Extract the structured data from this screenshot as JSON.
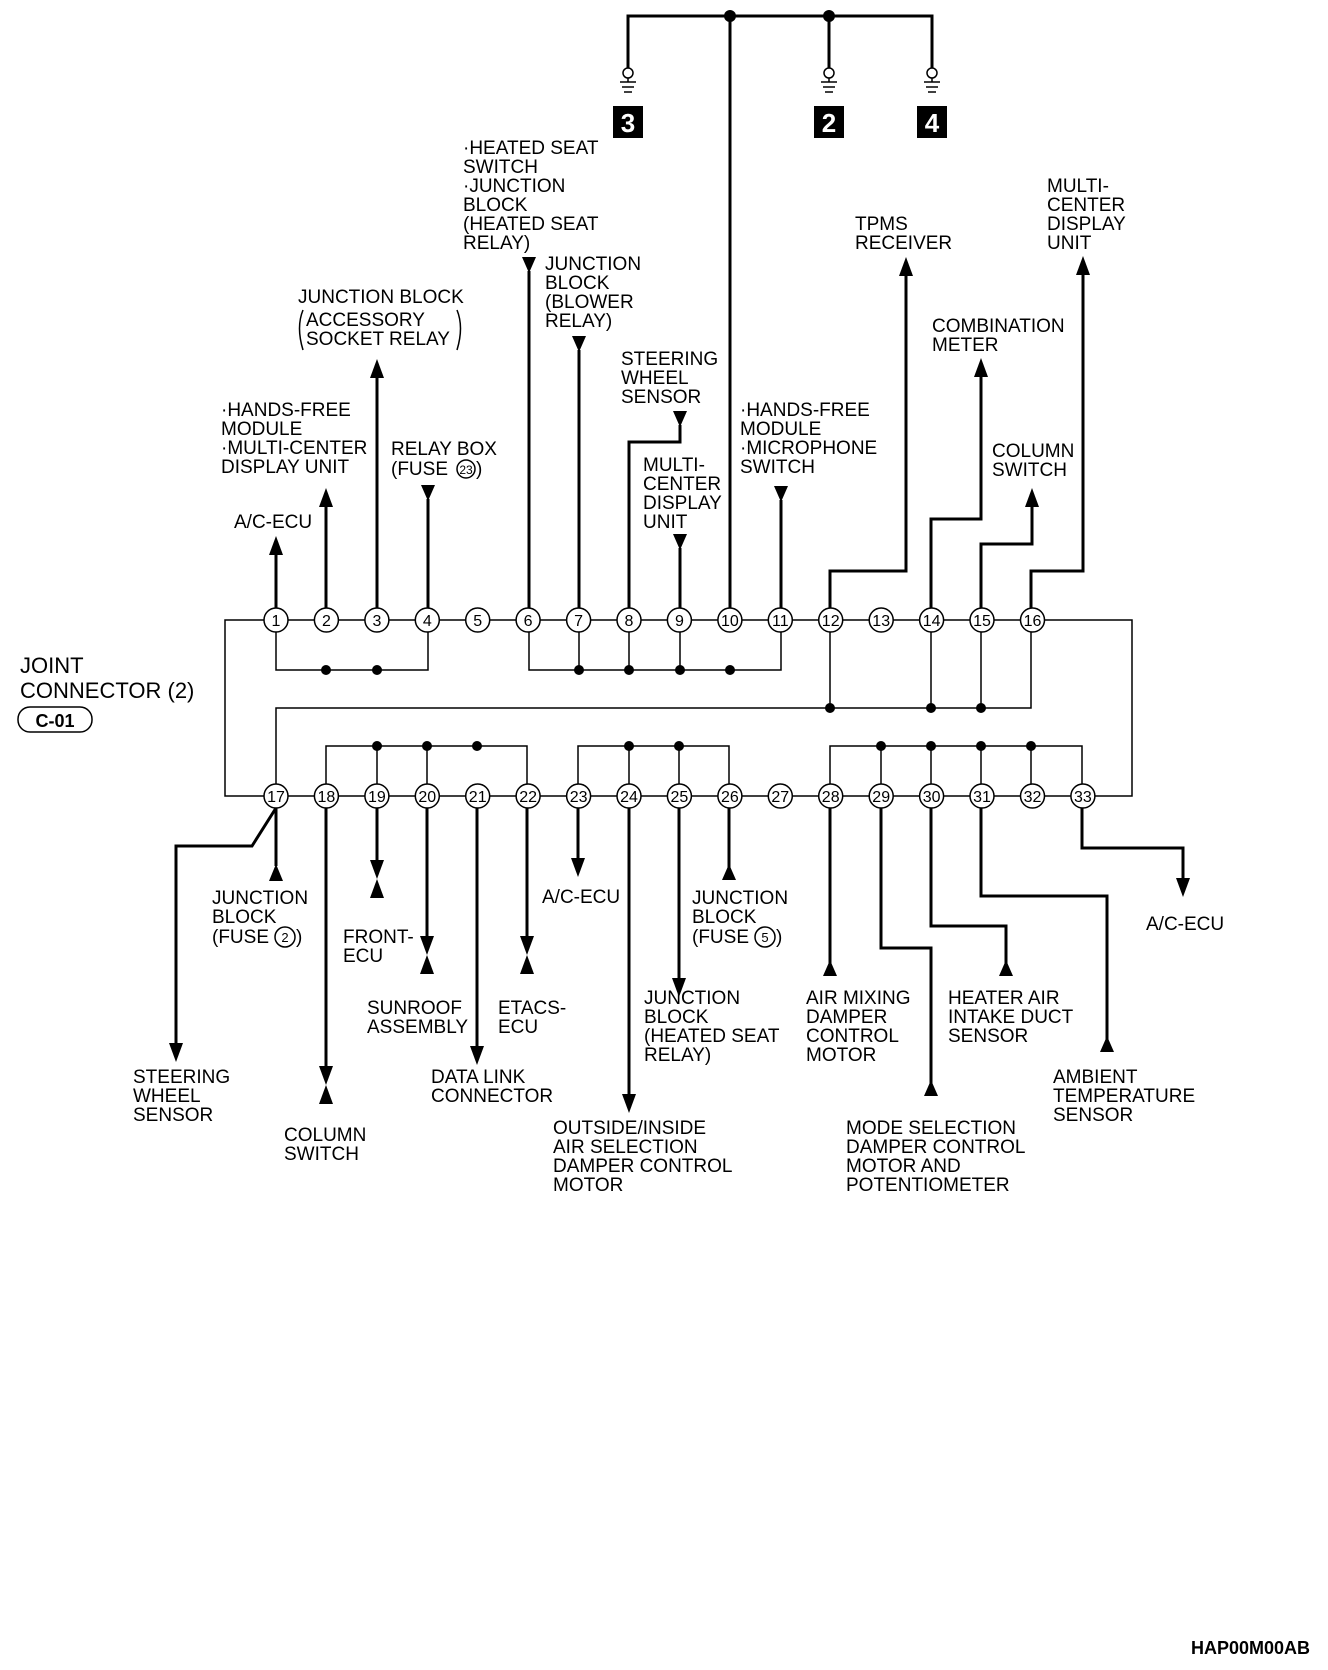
{
  "connector": {
    "line1": "JOINT",
    "line2": "CONNECTOR (2)",
    "code": "C-01"
  },
  "grounds": [
    "3",
    "2",
    "4"
  ],
  "pins": [
    "1",
    "2",
    "3",
    "4",
    "5",
    "6",
    "7",
    "8",
    "9",
    "10",
    "11",
    "12",
    "13",
    "14",
    "15",
    "16",
    "17",
    "18",
    "19",
    "20",
    "21",
    "22",
    "23",
    "24",
    "25",
    "26",
    "27",
    "28",
    "29",
    "30",
    "31",
    "32",
    "33"
  ],
  "labels": {
    "p1": [
      "A/C-ECU"
    ],
    "p2": [
      "·HANDS-FREE",
      " MODULE",
      "·MULTI-CENTER",
      " DISPLAY  UNIT"
    ],
    "p3": [
      "JUNCTION BLOCK",
      "ACCESSORY",
      "SOCKET RELAY"
    ],
    "p4": [
      "RELAY BOX",
      "(FUSE",
      ")"
    ],
    "p4_fuse": "23",
    "p6": [
      "·HEATED SEAT",
      " SWITCH",
      "·JUNCTION",
      " BLOCK",
      " (HEATED SEAT",
      " RELAY)"
    ],
    "p7": [
      "JUNCTION",
      "BLOCK",
      "(BLOWER",
      " RELAY)"
    ],
    "p8": [
      "STEERING",
      "WHEEL",
      "SENSOR"
    ],
    "p9": [
      "MULTI-",
      "CENTER",
      "DISPLAY",
      "UNIT"
    ],
    "p11": [
      "·HANDS-FREE",
      " MODULE",
      "·MICROPHONE",
      " SWITCH"
    ],
    "p12": [
      "TPMS",
      "RECEIVER"
    ],
    "p14": [
      "COMBINATION",
      "METER"
    ],
    "p15": [
      "COLUMN",
      "SWITCH"
    ],
    "p16": [
      "MULTI-",
      "CENTER",
      "DISPLAY",
      "UNIT"
    ],
    "p17_junction": [
      "JUNCTION",
      "BLOCK",
      "(FUSE",
      ")"
    ],
    "p17_fuse": "2",
    "p17_steering": [
      "STEERING",
      "WHEEL",
      "SENSOR"
    ],
    "p18": [
      "COLUMN",
      "SWITCH"
    ],
    "p19": [
      "FRONT-",
      "ECU"
    ],
    "p20": [
      "SUNROOF",
      "ASSEMBLY"
    ],
    "p21": [
      "DATA LINK",
      "CONNECTOR"
    ],
    "p22": [
      "ETACS-",
      "ECU"
    ],
    "p23": [
      "A/C-ECU"
    ],
    "p24": [
      "OUTSIDE/INSIDE",
      "AIR SELECTION",
      "DAMPER CONTROL",
      "MOTOR"
    ],
    "p25": [
      "JUNCTION",
      "BLOCK",
      "(HEATED SEAT",
      "RELAY)"
    ],
    "p26": [
      "JUNCTION",
      "BLOCK",
      "(FUSE",
      ")"
    ],
    "p26_fuse": "5",
    "p28": [
      "AIR MIXING",
      "DAMPER",
      "CONTROL",
      "MOTOR"
    ],
    "p29": [
      "MODE SELECTION",
      "DAMPER CONTROL",
      "MOTOR AND",
      "POTENTIOMETER"
    ],
    "p30": [
      "HEATER AIR",
      "INTAKE DUCT",
      "SENSOR"
    ],
    "p31": [
      "AMBIENT",
      "TEMPERATURE",
      "SENSOR"
    ],
    "p33": [
      "A/C-ECU"
    ]
  },
  "figure_code": "HAP00M00AB"
}
